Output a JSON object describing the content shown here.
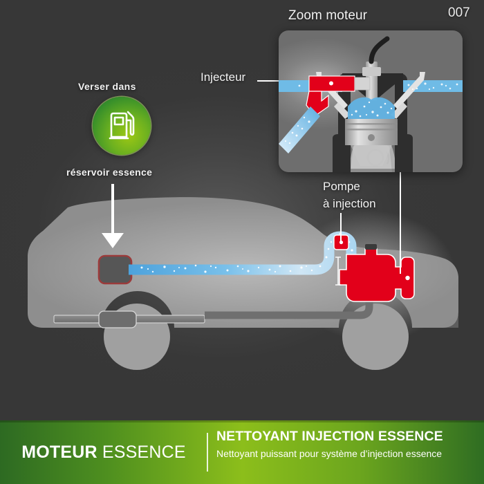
{
  "page": {
    "number": "007",
    "background_color": "#373737"
  },
  "zoom_panel": {
    "title": "Zoom moteur",
    "panel_color": "#6e6e6e"
  },
  "labels": {
    "injector": "Injecteur",
    "pump_line1": "Pompe",
    "pump_line2": "à injection",
    "pour_into": "Verser dans",
    "fuel_tank": "réservoir essence"
  },
  "icons": {
    "fuel_pump": "fuel-pump-icon",
    "badge_color": "#6bb020"
  },
  "colors": {
    "accent_red": "#e2001a",
    "fuel_blue": "#5bade0",
    "car_gray": "#9a9a9a",
    "green_light": "#8cbe1b",
    "green_dark": "#2d6a22",
    "white": "#ffffff"
  },
  "footer": {
    "brand_bold": "MOTEUR",
    "brand_light": " ESSENCE",
    "product_title": "NETTOYANT INJECTION ESSENCE",
    "product_subtitle": "Nettoyant puissant pour système d’injection essence"
  }
}
